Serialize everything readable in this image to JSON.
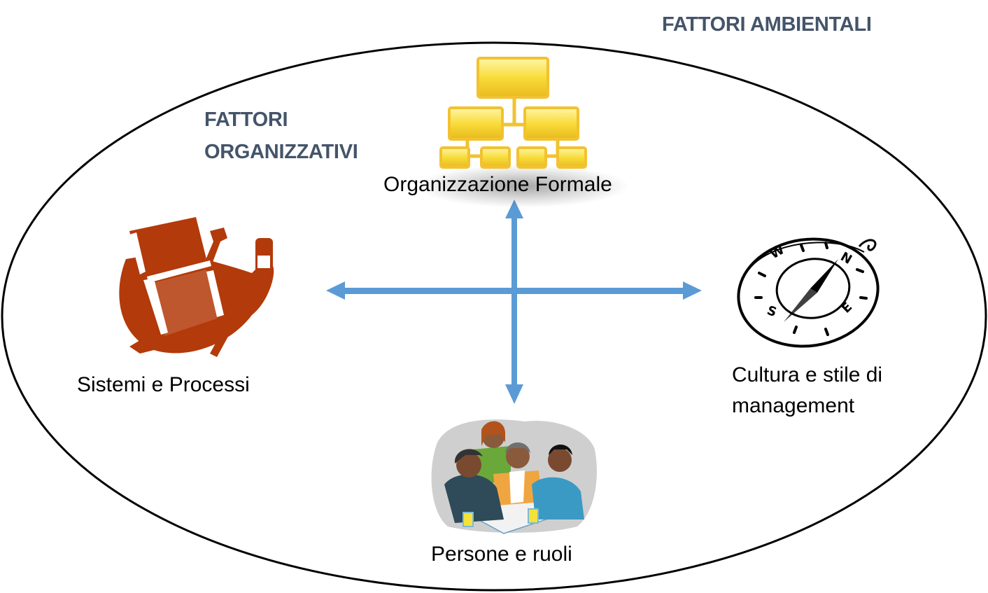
{
  "colors": {
    "heading": "#44546a",
    "arrow": "#5b9bd5",
    "ellipse_stroke": "#000000",
    "toolbox": "#b33a0a",
    "org_chart_fill": "#f7d534",
    "org_chart_stroke": "#f2c230"
  },
  "headings": {
    "environment": "FATTORI AMBIENTALI",
    "organization_line1": "FATTORI",
    "organization_line2": "ORGANIZZATIVI"
  },
  "nodes": {
    "top": {
      "label": "Organizzazione Formale",
      "icon": "org-chart-icon"
    },
    "left": {
      "label": "Sistemi e Processi",
      "icon": "toolbox-icon"
    },
    "right": {
      "label_line1": "Cultura e stile di",
      "label_line2": "management",
      "icon": "compass-icon"
    },
    "bottom": {
      "label": "Persone e ruoli",
      "icon": "people-meeting-icon"
    }
  },
  "compass": {
    "letters": [
      "N",
      "E",
      "S",
      "W"
    ]
  }
}
